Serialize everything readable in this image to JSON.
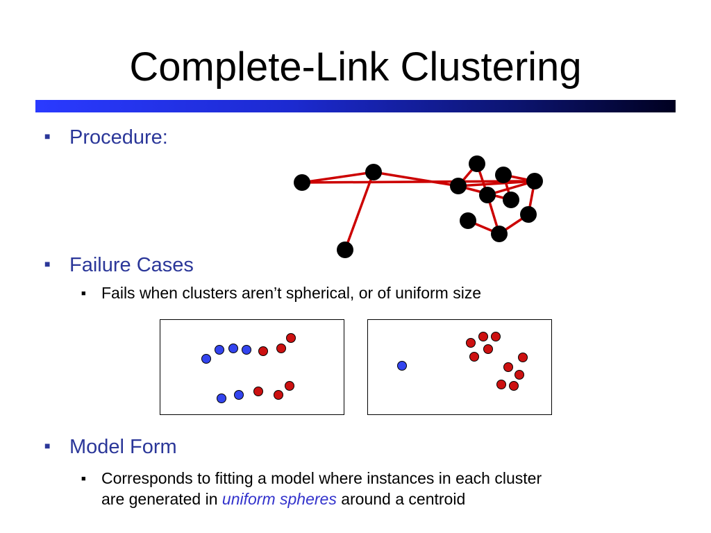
{
  "slide": {
    "title": "Complete-Link Clustering",
    "accent_color": "#2b3799",
    "edge_color": "#cc0000"
  },
  "bullets": {
    "procedure": "Procedure:",
    "failure": "Failure Cases",
    "failure_sub": "Fails when clusters aren’t spherical, or of uniform size",
    "model": "Model Form",
    "model_sub_line1": "Corresponds to fitting a model where instances in each cluster",
    "model_sub_line2_pre": "are generated in ",
    "model_sub_line2_em": "uniform spheres",
    "model_sub_line2_post": " around a centroid"
  },
  "icons": {
    "bullet": "small-square-bullet",
    "graph_node": "black-dot",
    "cluster_point_a": "blue-dot",
    "cluster_point_b": "red-dot"
  }
}
